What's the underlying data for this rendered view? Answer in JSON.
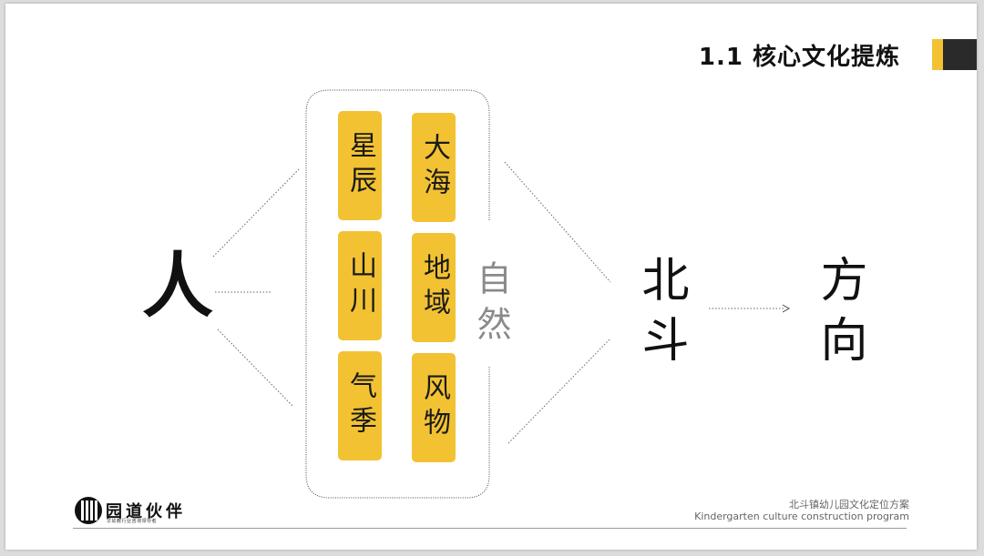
{
  "header": {
    "title": "1.1 核心文化提炼"
  },
  "colors": {
    "accent": "#f2c232",
    "dark": "#2a2a2a",
    "text": "#111111",
    "muted": "#8a8a8a"
  },
  "diagram": {
    "source": "人",
    "items": [
      {
        "text": "星辰"
      },
      {
        "text": "大海"
      },
      {
        "text": "山川"
      },
      {
        "text": "地域"
      },
      {
        "text": "气季"
      },
      {
        "text": "风物"
      }
    ],
    "group_label": "自然",
    "result": "北斗",
    "target": "方向"
  },
  "footer": {
    "brand": "园道伙伴",
    "brand_tagline": "早幼教行业咨询领导者",
    "title_cn": "北斗镇幼儿园文化定位方案",
    "title_en": "Kindergarten culture construction program"
  }
}
